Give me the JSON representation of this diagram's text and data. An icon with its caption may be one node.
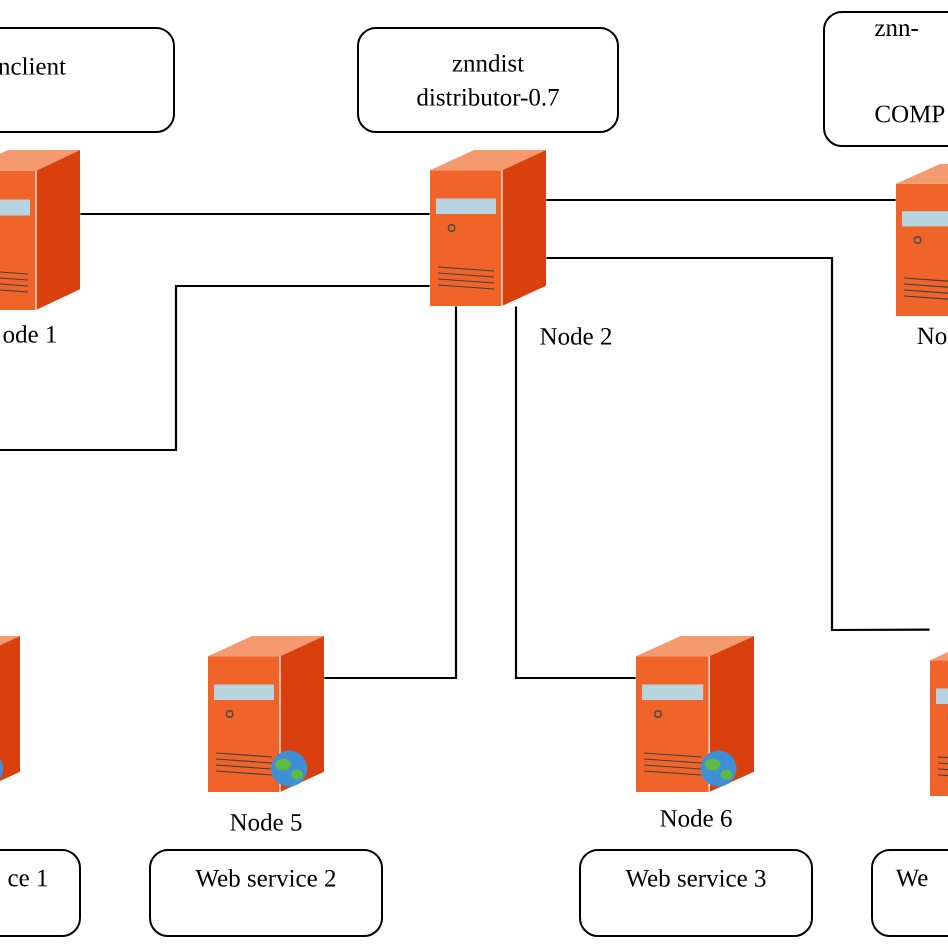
{
  "diagram": {
    "nodes": [
      {
        "text": [
          "nclient"
        ]
      },
      {
        "text": [
          "znndist distributor-0.7"
        ]
      },
      {
        "text": [
          "znn-",
          "COMP"
        ]
      },
      {
        "text": [
          "ode 1"
        ]
      },
      {
        "text": [
          "Node 2"
        ]
      },
      {
        "text": [
          "No"
        ]
      },
      {
        "text": [],
        "shape": "server"
      },
      {
        "text": [
          "Node 5"
        ]
      },
      {
        "text": [
          "Node 6"
        ]
      },
      {
        "text": [],
        "shape": "server"
      },
      {
        "text": [
          "ce 1"
        ]
      },
      {
        "text": [
          "Web service 2"
        ]
      },
      {
        "text": [
          "Web service 3"
        ]
      },
      {
        "text": [
          "We"
        ]
      }
    ],
    "edges": [
      {
        "from": 3,
        "to": 4,
        "arrow": "none"
      },
      {
        "from": 4,
        "to": 5,
        "arrow": "none"
      },
      {
        "from": 4,
        "to": null,
        "arrow": "none"
      },
      {
        "from": 4,
        "to": 9,
        "arrow": "none"
      },
      {
        "from": 4,
        "to": 7,
        "arrow": "none"
      },
      {
        "from": 4,
        "to": 8,
        "arrow": "none"
      }
    ]
  }
}
